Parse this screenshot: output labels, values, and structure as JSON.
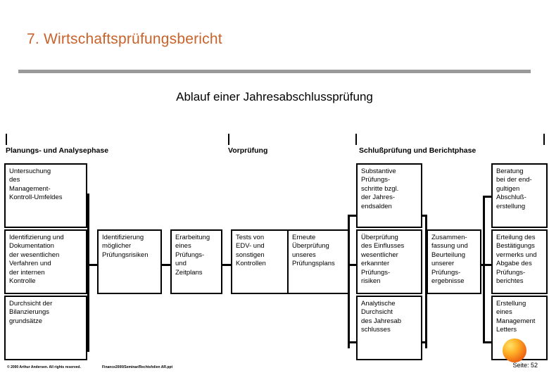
{
  "slide": {
    "title": "7. Wirtschaftsprüfungsbericht",
    "subtitle": "Ablauf einer Jahresabschlussprüfung",
    "accent_color": "#c8622a",
    "rule_color": "#9a9a9a"
  },
  "diagram": {
    "phases": [
      {
        "label": "Planungs- und Analysephase"
      },
      {
        "label": "Vorprüfung"
      },
      {
        "label": "Schlußprüfung und Berichtphase"
      }
    ],
    "boxes": [
      {
        "id": "untersuchung-management-kontroll-umfeld",
        "text": "Untersuchung\ndes\nManagement-\nKontroll-Umfeldes"
      },
      {
        "id": "identifizierung-dokumentation-verfahren",
        "text": "Identifizierung und\nDokumentation\nder wesentlichen\nVerfahren und\nder internen\nKontrolle"
      },
      {
        "id": "durchsicht-bilanzierungsgrundsaetze",
        "text": "Durchsicht der\nBilanzierungs\ngrundsätze"
      },
      {
        "id": "identifizierung-pruefungsrisiken",
        "text": "Identifizierung\nmöglicher\nPrüfungsrisiken"
      },
      {
        "id": "erarbeitung-pruefungs-zeitplan",
        "text": "Erarbeitung\neines\nPrüfungs-\nund\nZeitplans"
      },
      {
        "id": "tests-edv-sonstige-kontrollen",
        "text": "Tests von\nEDV- und\nsonstigen\nKontrollen"
      },
      {
        "id": "erneute-ueberpruefung-pruefungsplan",
        "text": "Erneute\nÜberprüfung\nunseres\nPrüfungsplans"
      },
      {
        "id": "substantive-pruefungsschritte",
        "text": "Substantive\nPrüfungs-\nschritte bzgl.\nder Jahres-\nendsalden"
      },
      {
        "id": "ueberpruefung-einfluss-pruefungsrisiken",
        "text": "Überprüfung\ndes Einflusses\nwesentlicher\nerkannter\nPrüfungs-\nrisiken"
      },
      {
        "id": "analytische-durchsicht-jahresabschluss",
        "text": "Analytische\nDurchsicht\ndes Jahresab\nschlusses"
      },
      {
        "id": "zusammenfassung-beurteilung-ergebnisse",
        "text": "Zusammen-\nfassung und\nBeurteilung\nunserer\nPrüfungs-\nergebnisse"
      },
      {
        "id": "beratung-abschlusserstellung",
        "text": "Beratung\nbei der end-\ngultigen\nAbschluß-\nerstellung"
      },
      {
        "id": "erteilung-bestaetigungsvermerk",
        "text": "Erteilung des\nBestätigungs\nvermerks und\nAbgabe des\nPrüfungs-\nberichtes"
      },
      {
        "id": "erstellung-management-letter",
        "text": "Erstellung\neines\nManagement\nLetters"
      }
    ]
  },
  "footer": {
    "copyright": "© 2000 Arthur Andersen. All rights reserved.",
    "filepath": "Finance2000/Seminar/Rechtsfolien AR.ppt",
    "page_number": "Seite: 52"
  }
}
